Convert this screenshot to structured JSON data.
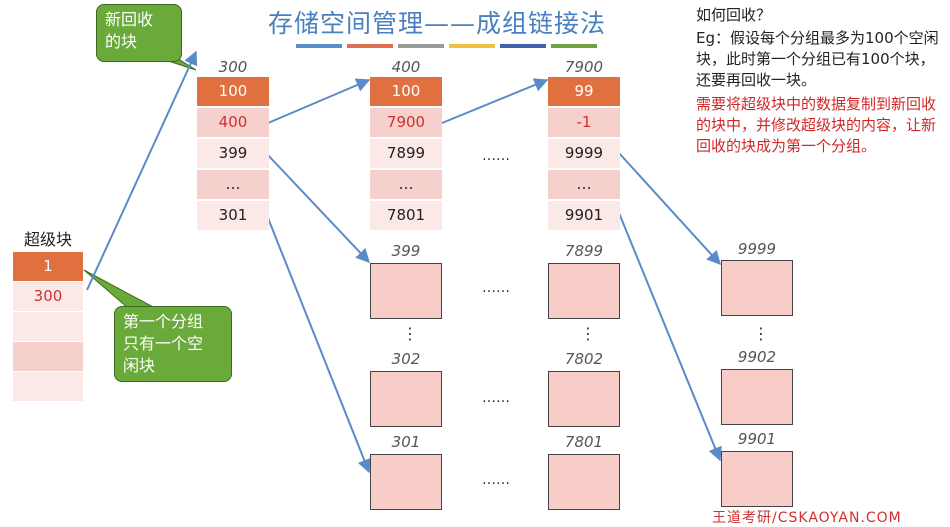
{
  "title": "存储空间管理——成组链接法",
  "stripe_colors": [
    "#5b8fc9",
    "#e07050",
    "#999999",
    "#f0c040",
    "#4060b0",
    "#70a040"
  ],
  "callout_top": "新回收\n的块",
  "callout_bottom": "第一个分组\n只有一个空\n闲块",
  "super_block": {
    "label": "超级块",
    "cells": [
      "1",
      "300",
      "",
      "",
      ""
    ]
  },
  "group_300": {
    "label": "300",
    "cells": [
      "100",
      "400",
      "399",
      "…",
      "301"
    ]
  },
  "group_400": {
    "label": "400",
    "cells": [
      "100",
      "7900",
      "7899",
      "…",
      "7801"
    ]
  },
  "group_7900": {
    "label": "7900",
    "cells": [
      "99",
      "-1",
      "9999",
      "…",
      "9901"
    ]
  },
  "mid_dots": "……",
  "blocks": {
    "b399": "399",
    "b302": "302",
    "b301": "301",
    "b7899": "7899",
    "b7802": "7802",
    "b7801": "7801",
    "b9999": "9999",
    "b9902": "9902",
    "b9901": "9901"
  },
  "vdots": "⋮",
  "right_text": {
    "q": "如何回收？",
    "eg": "Eg：假设每个分组最多为100个空闲块，此时第一个分组已有100个块，还要再回收一块。",
    "answer": "需要将超级块中的数据复制到新回收的块中，并修改超级块的内容，让新回收的块成为第一个分组。"
  },
  "footer": "王道考研/CSKAOYAN.COM"
}
